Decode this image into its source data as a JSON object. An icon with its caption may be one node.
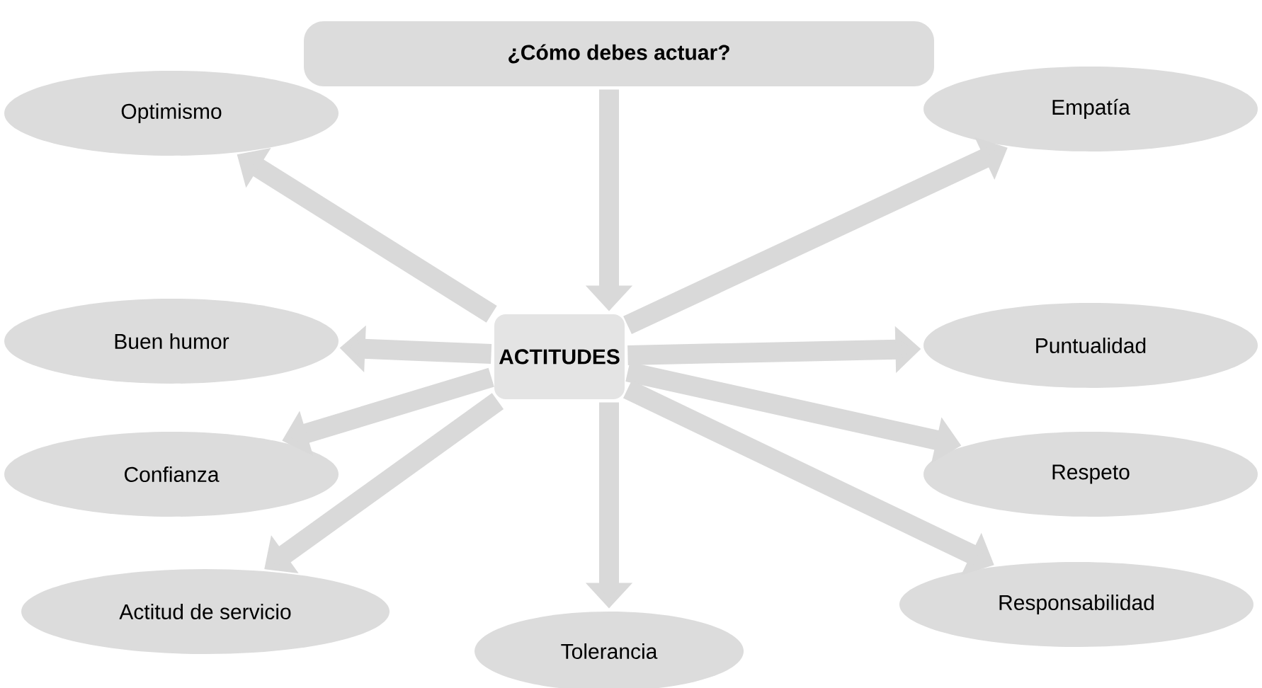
{
  "diagram": {
    "nodes": [
      {
        "text": [
          "¿Cómo debes actuar?"
        ]
      },
      {
        "text": [
          "ACTITUDES"
        ]
      },
      {
        "text": [
          "Optimismo"
        ]
      },
      {
        "text": [
          "Empatía"
        ]
      },
      {
        "text": [
          "Buen humor"
        ]
      },
      {
        "text": [
          "Puntualidad"
        ]
      },
      {
        "text": [
          "Confianza"
        ]
      },
      {
        "text": [
          "Respeto"
        ]
      },
      {
        "text": [
          "Actitud de servicio"
        ]
      },
      {
        "text": [
          "Tolerancia"
        ]
      },
      {
        "text": [
          "Responsabilidad"
        ]
      }
    ],
    "edges": [
      {
        "from": 0,
        "to": 1,
        "arrow": "to"
      },
      {
        "from": 1,
        "to": 2,
        "arrow": "to"
      },
      {
        "from": 1,
        "to": 3,
        "arrow": "to"
      },
      {
        "from": 1,
        "to": 4,
        "arrow": "to"
      },
      {
        "from": 1,
        "to": 5,
        "arrow": "to"
      },
      {
        "from": 1,
        "to": 6,
        "arrow": "to"
      },
      {
        "from": 1,
        "to": 7,
        "arrow": "to"
      },
      {
        "from": 1,
        "to": 8,
        "arrow": "to"
      },
      {
        "from": 1,
        "to": 9,
        "arrow": "to"
      },
      {
        "from": 1,
        "to": 10,
        "arrow": "to"
      }
    ]
  }
}
